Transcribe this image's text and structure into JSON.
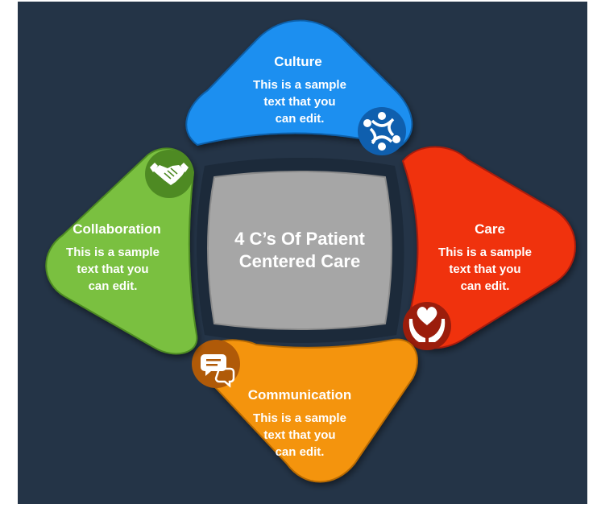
{
  "center": {
    "title_line1": "4 C’s Of Patient",
    "title_line2": "Centered Care"
  },
  "petals": {
    "culture": {
      "title": "Culture",
      "line1": "This is a sample",
      "line2": "text that you",
      "line3": "can edit.",
      "color": "#1b8ff0",
      "icon": "team-circle-icon",
      "icon_badge_color": "#0f5fae"
    },
    "care": {
      "title": "Care",
      "line1": "This is a sample",
      "line2": "text that you",
      "line3": "can edit.",
      "color": "#f03010",
      "icon": "heart-hands-icon",
      "icon_badge_color": "#9b1d0c"
    },
    "communication": {
      "title": "Communication",
      "line1": "This is a sample",
      "line2": "text that you",
      "line3": "can edit.",
      "color": "#f4940f",
      "icon": "chat-bubbles-icon",
      "icon_badge_color": "#b05a08"
    },
    "collaboration": {
      "title": "Collaboration",
      "line1": "This is a sample",
      "line2": "text that you",
      "line3": "can edit.",
      "color": "#7ac041",
      "icon": "handshake-icon",
      "icon_badge_color": "#4e8a23"
    }
  },
  "colors": {
    "background": "#243447",
    "center_fill": "#a6a6a6",
    "center_ring": "#1c2a3a"
  }
}
